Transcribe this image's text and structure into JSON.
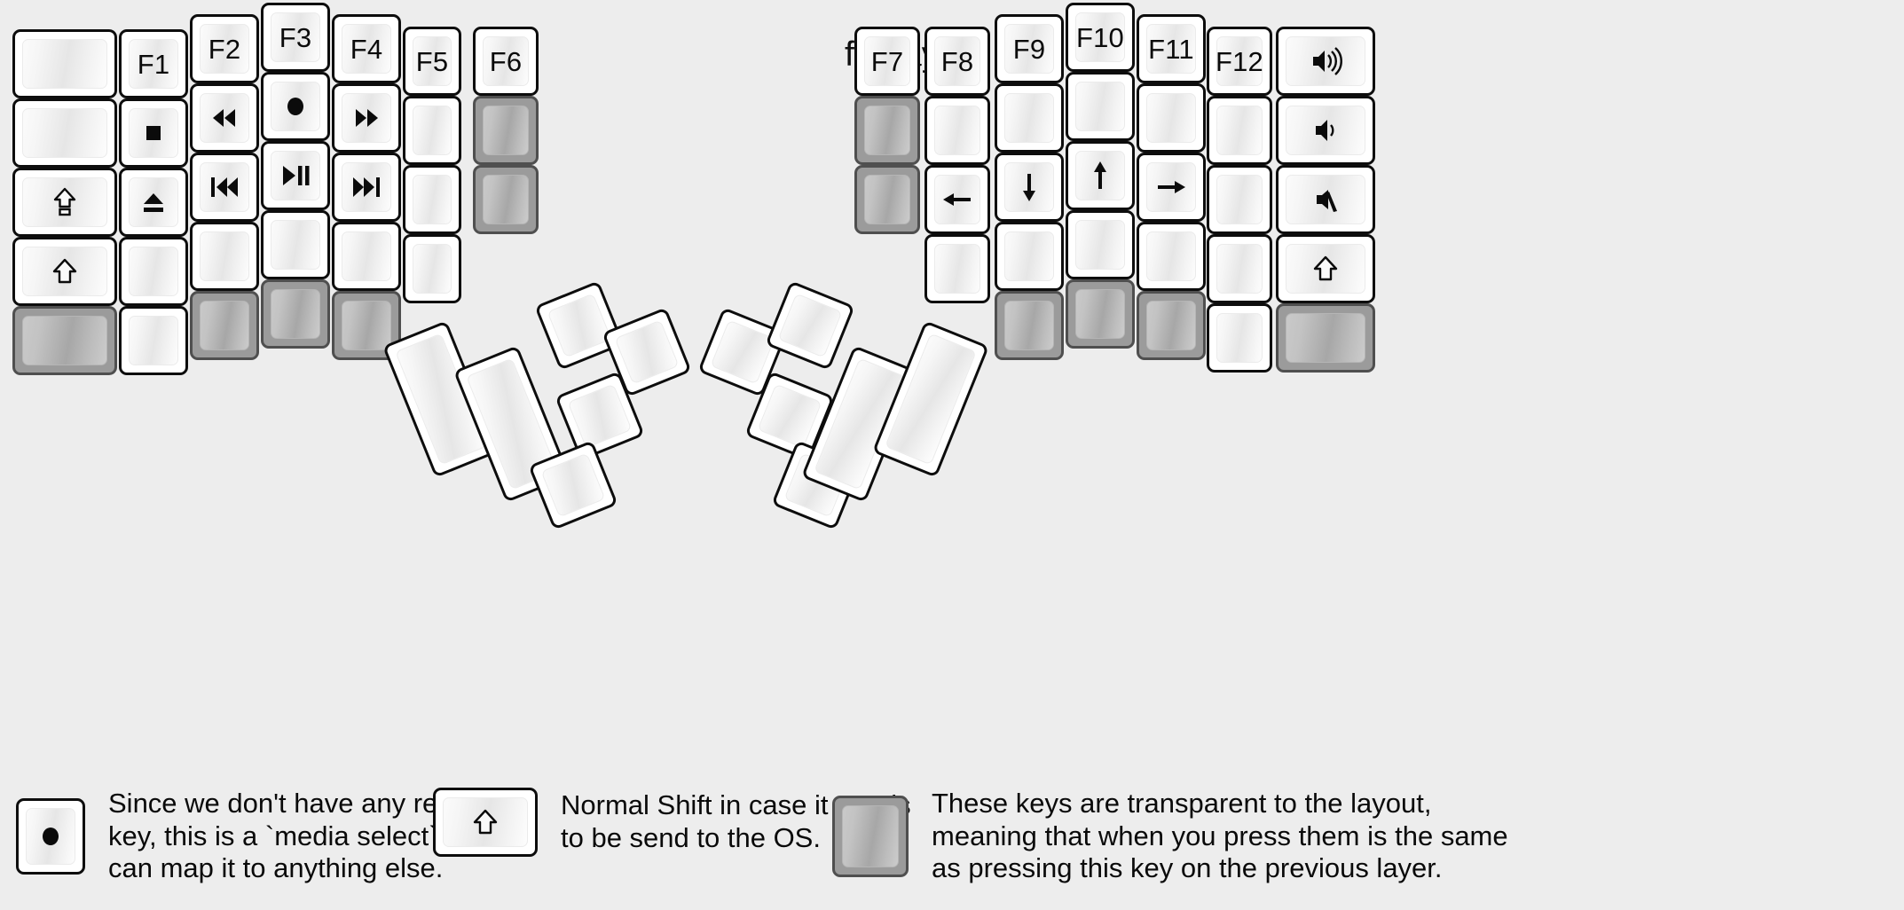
{
  "title": "fn Layer",
  "colors": {
    "background": "#ededed",
    "key_fill": "#ffffff",
    "key_border": "#0d0d0d",
    "transparent_fill": "#9b9b9b",
    "transparent_border": "#4f4f4f",
    "legend_text": "#0a0a0a"
  },
  "left_half": {
    "name": "left-keyboard-half",
    "columns": [
      {
        "name": "left-col-1",
        "keys": [
          {
            "label": "",
            "icon": "",
            "type": "normal"
          },
          {
            "label": "",
            "icon": "",
            "type": "normal"
          },
          {
            "label": "",
            "icon": "caps-lock-icon",
            "type": "normal"
          },
          {
            "label": "",
            "icon": "shift-icon",
            "type": "normal"
          },
          {
            "label": "",
            "icon": "",
            "type": "transparent"
          }
        ]
      },
      {
        "name": "left-col-2",
        "keys": [
          {
            "label": "F1",
            "icon": "",
            "type": "normal"
          },
          {
            "label": "",
            "icon": "media-stop-icon",
            "type": "normal"
          },
          {
            "label": "",
            "icon": "media-eject-icon",
            "type": "normal"
          },
          {
            "label": "",
            "icon": "",
            "type": "normal"
          },
          {
            "label": "",
            "icon": "",
            "type": "normal"
          }
        ]
      },
      {
        "name": "left-col-3",
        "keys": [
          {
            "label": "F2",
            "icon": "",
            "type": "normal"
          },
          {
            "label": "",
            "icon": "media-rewind-icon",
            "type": "normal"
          },
          {
            "label": "",
            "icon": "media-prev-track-icon",
            "type": "normal"
          },
          {
            "label": "",
            "icon": "",
            "type": "normal"
          },
          {
            "label": "",
            "icon": "",
            "type": "transparent"
          }
        ]
      },
      {
        "name": "left-col-4",
        "keys": [
          {
            "label": "F3",
            "icon": "",
            "type": "normal"
          },
          {
            "label": "",
            "icon": "media-record-icon",
            "type": "normal"
          },
          {
            "label": "",
            "icon": "media-play-pause-icon",
            "type": "normal"
          },
          {
            "label": "",
            "icon": "",
            "type": "normal"
          },
          {
            "label": "",
            "icon": "",
            "type": "transparent"
          }
        ]
      },
      {
        "name": "left-col-5",
        "keys": [
          {
            "label": "F4",
            "icon": "",
            "type": "normal"
          },
          {
            "label": "",
            "icon": "media-fast-forward-icon",
            "type": "normal"
          },
          {
            "label": "",
            "icon": "media-next-track-icon",
            "type": "normal"
          },
          {
            "label": "",
            "icon": "",
            "type": "normal"
          },
          {
            "label": "",
            "icon": "",
            "type": "transparent"
          }
        ]
      },
      {
        "name": "left-col-6",
        "keys": [
          {
            "label": "F5",
            "icon": "",
            "type": "normal"
          },
          {
            "label": "",
            "icon": "",
            "type": "normal"
          },
          {
            "label": "",
            "icon": "",
            "type": "normal"
          },
          {
            "label": "",
            "icon": "",
            "type": "normal"
          }
        ]
      },
      {
        "name": "left-col-7",
        "keys": [
          {
            "label": "F6",
            "icon": "",
            "type": "normal"
          },
          {
            "label": "",
            "icon": "",
            "type": "transparent"
          },
          {
            "label": "",
            "icon": "",
            "type": "transparent"
          }
        ]
      }
    ],
    "thumb_cluster": {
      "name": "left-thumb-cluster",
      "keys": [
        {
          "label": "",
          "icon": "",
          "type": "normal",
          "size": "2u"
        },
        {
          "label": "",
          "icon": "",
          "type": "normal",
          "size": "2u"
        },
        {
          "label": "",
          "icon": "",
          "type": "normal",
          "size": "1u"
        },
        {
          "label": "",
          "icon": "",
          "type": "normal",
          "size": "1u"
        },
        {
          "label": "",
          "icon": "",
          "type": "normal",
          "size": "1u"
        },
        {
          "label": "",
          "icon": "",
          "type": "normal",
          "size": "1u"
        }
      ]
    }
  },
  "right_half": {
    "name": "right-keyboard-half",
    "columns": [
      {
        "name": "right-col-1",
        "keys": [
          {
            "label": "F7",
            "icon": "",
            "type": "normal"
          },
          {
            "label": "",
            "icon": "",
            "type": "transparent"
          },
          {
            "label": "",
            "icon": "",
            "type": "transparent"
          }
        ]
      },
      {
        "name": "right-col-2",
        "keys": [
          {
            "label": "F8",
            "icon": "",
            "type": "normal"
          },
          {
            "label": "",
            "icon": "",
            "type": "normal"
          },
          {
            "label": "",
            "icon": "arrow-left-icon",
            "type": "normal"
          },
          {
            "label": "",
            "icon": "",
            "type": "normal"
          }
        ]
      },
      {
        "name": "right-col-3",
        "keys": [
          {
            "label": "F9",
            "icon": "",
            "type": "normal"
          },
          {
            "label": "",
            "icon": "",
            "type": "normal"
          },
          {
            "label": "",
            "icon": "arrow-down-icon",
            "type": "normal"
          },
          {
            "label": "",
            "icon": "",
            "type": "normal"
          },
          {
            "label": "",
            "icon": "",
            "type": "transparent"
          }
        ]
      },
      {
        "name": "right-col-4",
        "keys": [
          {
            "label": "F10",
            "icon": "",
            "type": "normal"
          },
          {
            "label": "",
            "icon": "",
            "type": "normal"
          },
          {
            "label": "",
            "icon": "arrow-up-icon",
            "type": "normal"
          },
          {
            "label": "",
            "icon": "",
            "type": "normal"
          },
          {
            "label": "",
            "icon": "",
            "type": "transparent"
          }
        ]
      },
      {
        "name": "right-col-5",
        "keys": [
          {
            "label": "F11",
            "icon": "",
            "type": "normal"
          },
          {
            "label": "",
            "icon": "",
            "type": "normal"
          },
          {
            "label": "",
            "icon": "arrow-right-icon",
            "type": "normal"
          },
          {
            "label": "",
            "icon": "",
            "type": "normal"
          },
          {
            "label": "",
            "icon": "",
            "type": "transparent"
          }
        ]
      },
      {
        "name": "right-col-6",
        "keys": [
          {
            "label": "F12",
            "icon": "",
            "type": "normal"
          },
          {
            "label": "",
            "icon": "",
            "type": "normal"
          },
          {
            "label": "",
            "icon": "",
            "type": "normal"
          },
          {
            "label": "",
            "icon": "",
            "type": "normal"
          },
          {
            "label": "",
            "icon": "",
            "type": "normal"
          }
        ]
      },
      {
        "name": "right-col-7",
        "keys": [
          {
            "label": "",
            "icon": "volume-up-icon",
            "type": "normal"
          },
          {
            "label": "",
            "icon": "volume-down-icon",
            "type": "normal"
          },
          {
            "label": "",
            "icon": "volume-mute-icon",
            "type": "normal"
          },
          {
            "label": "",
            "icon": "shift-icon",
            "type": "normal"
          },
          {
            "label": "",
            "icon": "",
            "type": "transparent"
          }
        ]
      }
    ],
    "thumb_cluster": {
      "name": "right-thumb-cluster",
      "keys": [
        {
          "label": "",
          "icon": "",
          "type": "normal",
          "size": "1u"
        },
        {
          "label": "",
          "icon": "",
          "type": "normal",
          "size": "1u"
        },
        {
          "label": "",
          "icon": "",
          "type": "normal",
          "size": "1u"
        },
        {
          "label": "",
          "icon": "",
          "type": "normal",
          "size": "1u"
        },
        {
          "label": "",
          "icon": "",
          "type": "normal",
          "size": "2u"
        },
        {
          "label": "",
          "icon": "",
          "type": "normal",
          "size": "2u"
        }
      ]
    }
  },
  "legend": [
    {
      "name": "legend-media-select",
      "icon": "media-record-icon",
      "key_type": "normal",
      "text": "Since we don't have any recording\nkey, this is a `media select` so user\ncan map it to anything else."
    },
    {
      "name": "legend-normal-shift",
      "icon": "shift-icon",
      "key_type": "normal",
      "text": "Normal Shift in case it needs\nto be send to the OS."
    },
    {
      "name": "legend-transparent-keys",
      "icon": "",
      "key_type": "transparent",
      "text": "These keys are transparent to the layout,\nmeaning that when you press them is the same\nas pressing this key on the previous layer."
    }
  ]
}
